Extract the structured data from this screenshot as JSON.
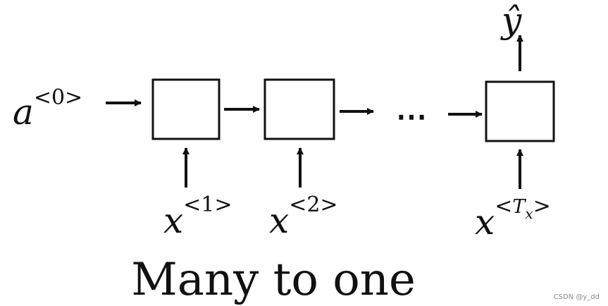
{
  "initial_activation": {
    "base": "a",
    "superscript": "<0>"
  },
  "inputs": [
    {
      "base": "x",
      "superscript": "<1>"
    },
    {
      "base": "x",
      "superscript": "<2>"
    },
    {
      "base": "x",
      "sup_open": "<",
      "sup_var": "T",
      "sup_sub": "x",
      "sup_close": ">"
    }
  ],
  "output": {
    "label": "ŷ"
  },
  "ellipsis": "⋯",
  "caption": "Many to one",
  "watermark": "CSDN @y_dd"
}
